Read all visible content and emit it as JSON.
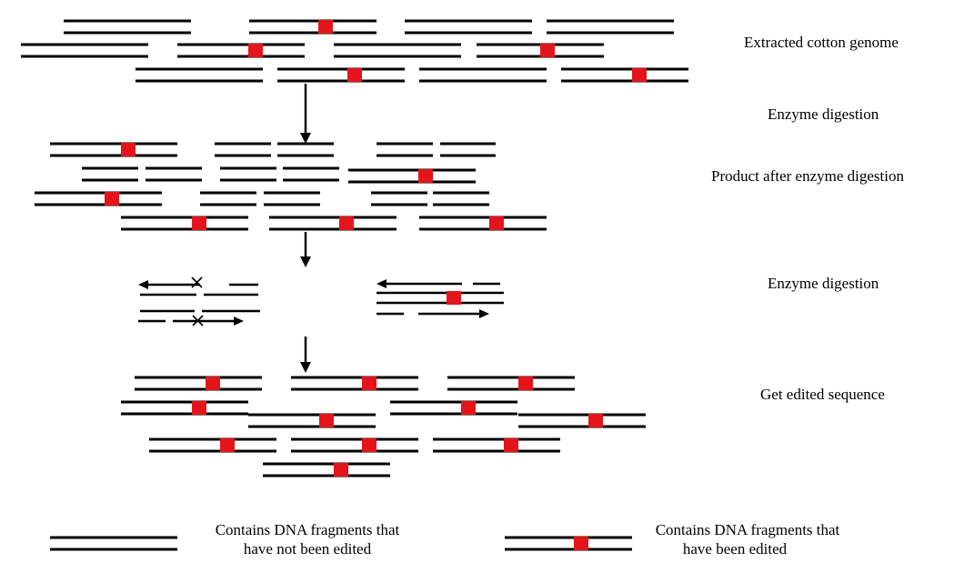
{
  "steps": {
    "step1": "Extracted cotton genome",
    "step2": "Enzyme digestion",
    "step3": "Product after enzyme digestion",
    "step4": "Enzyme digestion",
    "step5": "Get edited sequence"
  },
  "legend": {
    "unedited_line1": "Contains DNA fragments that",
    "unedited_line2": "have not been edited",
    "edited_line1": "Contains DNA fragments that",
    "edited_line2": "have been edited"
  },
  "colors": {
    "strand": "#000000",
    "edit_marker": "#e3151a",
    "background": "#ffffff"
  },
  "icons": [
    "dna-double-strand-icon",
    "edit-site-marker-icon",
    "flow-arrow-icon",
    "cross-mark-icon"
  ]
}
